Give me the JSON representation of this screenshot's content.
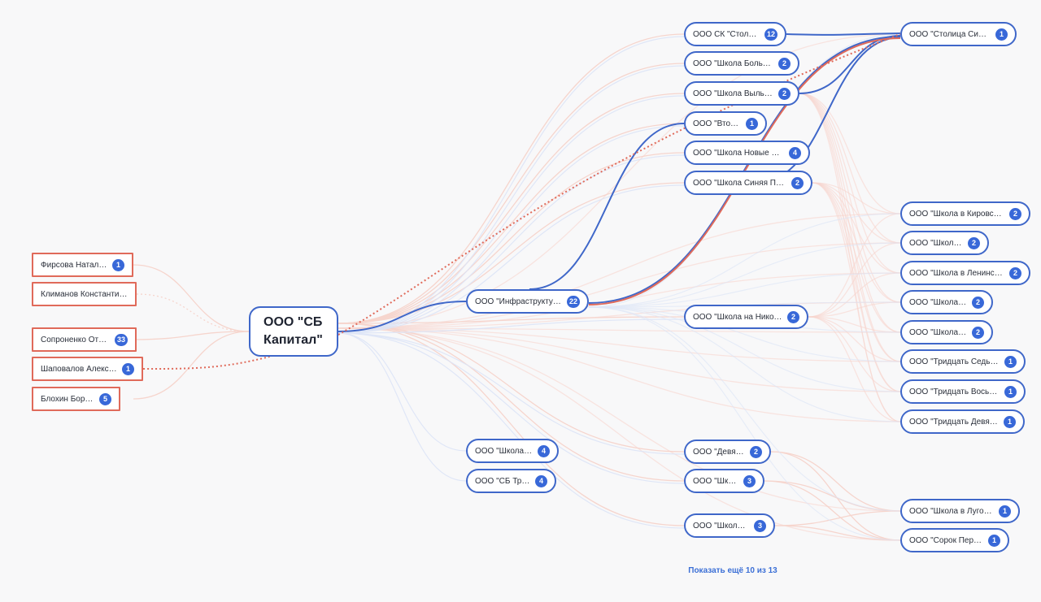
{
  "root": {
    "title": "ООО \"СБ Капитал\""
  },
  "persons": [
    {
      "label": "Фирсова Наталья…",
      "count": "1"
    },
    {
      "label": "Климанов Константин…",
      "count": ""
    },
    {
      "label": "Сопроненко Отто…",
      "count": "33"
    },
    {
      "label": "Шаповалов Алексей…",
      "count": "1"
    },
    {
      "label": "Блохин Борис…",
      "count": "5"
    }
  ],
  "level1": [
    {
      "label": "ООО \"Инфраструктура…",
      "count": "22"
    },
    {
      "label": "ООО \"Школа на…",
      "count": "4"
    },
    {
      "label": "ООО \"СБ Трейд\"",
      "count": "4"
    }
  ],
  "level2": [
    {
      "label": "ООО СК \"Столица…",
      "count": "12"
    },
    {
      "label": "ООО \"Школа Большие…",
      "count": "2"
    },
    {
      "label": "ООО \"Школа Выльгорт\"",
      "count": "2"
    },
    {
      "label": "ООО \"Вторая…",
      "count": "1"
    },
    {
      "label": "ООО \"Школа Новые Ляды\"",
      "count": "4"
    },
    {
      "label": "ООО \"Школа Синяя Птица\"",
      "count": "2"
    },
    {
      "label": "ООО \"Школа на Николая…",
      "count": "2"
    },
    {
      "label": "ООО \"Девятая…",
      "count": "2"
    },
    {
      "label": "ООО \"Школа…",
      "count": "3"
    },
    {
      "label": "ООО \"Школа на…",
      "count": "3"
    }
  ],
  "level3": [
    {
      "label": "ООО \"Столица Сибири\"",
      "count": "1"
    },
    {
      "label": "ООО \"Школа в Кировском…",
      "count": "2"
    },
    {
      "label": "ООО \"Школа в…",
      "count": "2"
    },
    {
      "label": "ООО \"Школа в Ленинском…",
      "count": "2"
    },
    {
      "label": "ООО \"Школа на…",
      "count": "2"
    },
    {
      "label": "ООО \"Школа на…",
      "count": "2"
    },
    {
      "label": "ООО \"Тридцать Седьмая…",
      "count": "1"
    },
    {
      "label": "ООО \"Тридцать Восьмая…",
      "count": "1"
    },
    {
      "label": "ООО \"Тридцать Девятая…",
      "count": "1"
    },
    {
      "label": "ООО \"Школа в Луговом\"",
      "count": "1"
    },
    {
      "label": "ООО \"Сорок Первая…",
      "count": "1"
    }
  ],
  "show_more": "Показать ещё 10 из 13",
  "colors": {
    "link_blue": "#3f67c9",
    "link_red": "#e06a5a",
    "badge": "#3868d8",
    "faint_red": "#f6cfc6",
    "faint_blue": "#d9e3f7"
  }
}
